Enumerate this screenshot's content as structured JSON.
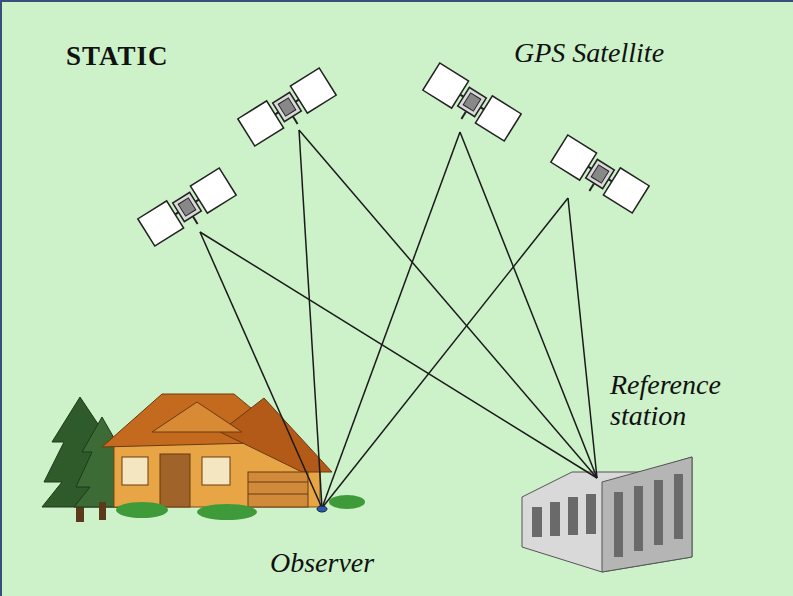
{
  "diagram": {
    "title": "STATIC",
    "labels": [
      "GPS Satellite",
      "Reference station",
      "Observer"
    ]
  }
}
